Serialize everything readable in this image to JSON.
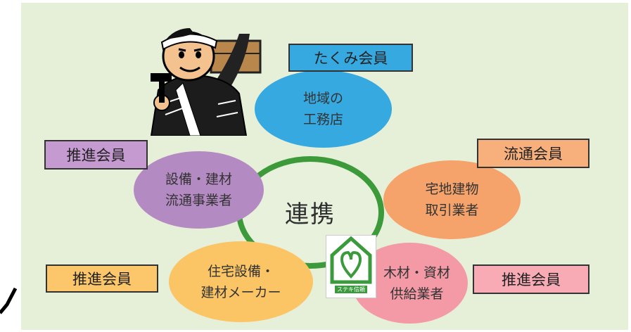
{
  "member_labels": {
    "takumi": "たくみ会員",
    "suishin_left": "推進会員",
    "ryutsu": "流通会員",
    "suishin_bottom_left": "推進会員",
    "suishin_bottom_right": "推進会員"
  },
  "circles": {
    "top_line1": "地域の",
    "top_line2": "工務店",
    "left_line1": "設備・建材",
    "left_line2": "流通事業者",
    "right_line1": "宅地建物",
    "right_line2": "取引業者",
    "bottom_left_line1": "住宅設備・",
    "bottom_left_line2": "建材メーカー",
    "bottom_right_line1": "木材・資材",
    "bottom_right_line2": "供給業者"
  },
  "center_label": "連携",
  "logo_caption": "ステキ信頼",
  "colors": {
    "background": "#e6f0d9",
    "blue_circle": "#36a9e1",
    "purple_circle": "#b48ac2",
    "orange_circle": "#f5a36a",
    "yellow_circle": "#fbc565",
    "green_ring": "#3c9a3a"
  },
  "illustration": "carpenter-character"
}
